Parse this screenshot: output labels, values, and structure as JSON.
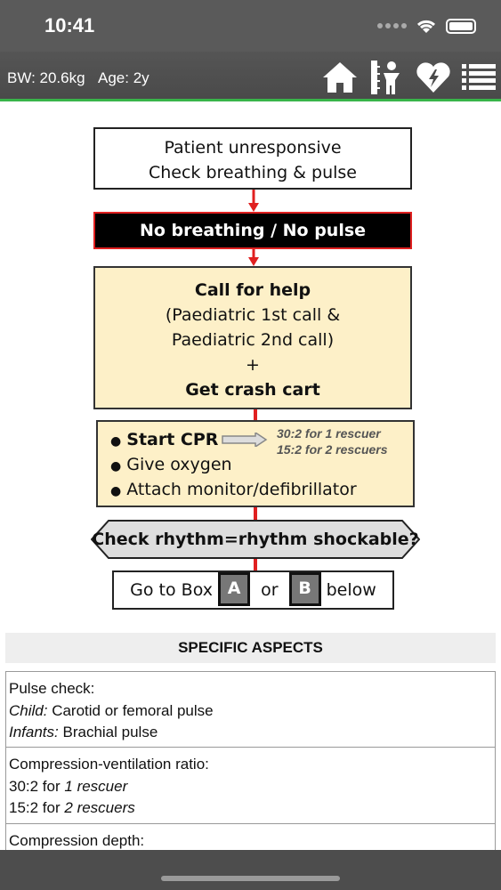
{
  "status": {
    "time": "10:41"
  },
  "header": {
    "bw": "BW: 20.6kg",
    "age": "Age: 2y",
    "icons": [
      "home-icon",
      "child-growth-icon",
      "heart-defib-icon",
      "menu-icon"
    ],
    "accent": "#39b54a"
  },
  "flow": {
    "box1_line1": "Patient unresponsive",
    "box1_line2": "Check breathing & pulse",
    "box2": "No breathing / No pulse",
    "box3_line1": "Call for help",
    "box3_line2": "(Paediatric 1st call &",
    "box3_line3": "Paediatric 2nd call)",
    "box3_line4": "+",
    "box3_line5": "Get crash cart",
    "box4_item1": "Start CPR",
    "box4_item2": "Give oxygen",
    "box4_item3": "Attach monitor/defibrillator",
    "bullet": "●",
    "hint1": "30:2 for 1 rescuer",
    "hint2": "15:2 for 2 rescuers",
    "check": "Check rhythm=rhythm shockable?",
    "goto_prefix": "Go to Box",
    "box_a": "A",
    "goto_or": "or",
    "box_b": "B",
    "goto_suffix": "below"
  },
  "aspects": {
    "title": "SPECIFIC ASPECTS",
    "pulse_title": "Pulse check:",
    "pulse_child_label": "Child:",
    "pulse_child_text": "Carotid or femoral pulse",
    "pulse_infant_label": "Infants:",
    "pulse_infant_text": "Brachial pulse",
    "ratio_title": "Compression-ventilation ratio:",
    "ratio1_prefix": "30:2 for",
    "ratio1_em": "1 rescuer",
    "ratio2_prefix": "15:2 for",
    "ratio2_em": "2 rescuers",
    "depth_title": "Compression depth:"
  }
}
